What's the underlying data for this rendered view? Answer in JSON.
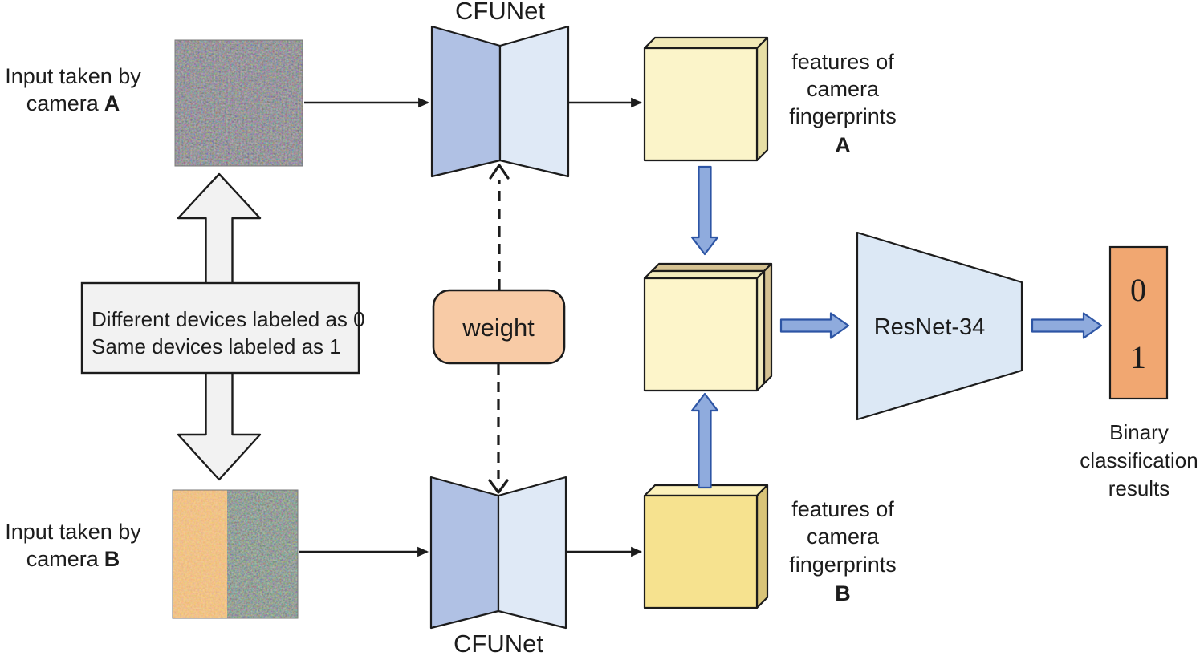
{
  "diagram": {
    "title_top": "CFUNet",
    "title_bottom": "CFUNet",
    "weight": "weight",
    "resnet": "ResNet-34",
    "input_a": {
      "line1": "Input taken by",
      "line2": "camera",
      "id": "A"
    },
    "input_b": {
      "line1": "Input taken by",
      "line2": "camera",
      "id": "B"
    },
    "features_a": {
      "line1": "features of",
      "line2": "camera",
      "line3": "fingerprints",
      "id": "A"
    },
    "features_b": {
      "line1": "features of",
      "line2": "camera",
      "line3": "fingerprints",
      "id": "B"
    },
    "label_box": {
      "line1": "Different devices labeled as 0",
      "line2": "Same devices labeled as 1"
    },
    "output": {
      "class0": "0",
      "class1": "1"
    },
    "caption": {
      "line1": "Binary",
      "line2": "classification",
      "line3": "results"
    },
    "colors": {
      "cfunet_left": "#b0c1e4",
      "cfunet_right": "#dfe9f6",
      "resnet_fill": "#dce8f5",
      "weight_fill": "#f8cba6",
      "output_fill": "#f1a771",
      "feature_a_front": "#fbf4c9",
      "feature_a_top": "#f1e9b8",
      "feature_a_side": "#e7dfa5",
      "feature_b_front": "#f6e28f",
      "feature_b_top": "#fcf1bb",
      "feature_b_side": "#d9c478",
      "stack_front": "#fdf5ca",
      "stack_mid": "#f2ebbd",
      "stack_back": "#d5c292",
      "arrow_blue": "#8fabdd",
      "arrow_blue_border": "#2d55a5",
      "gray_fill": "#f2f2f2"
    }
  }
}
